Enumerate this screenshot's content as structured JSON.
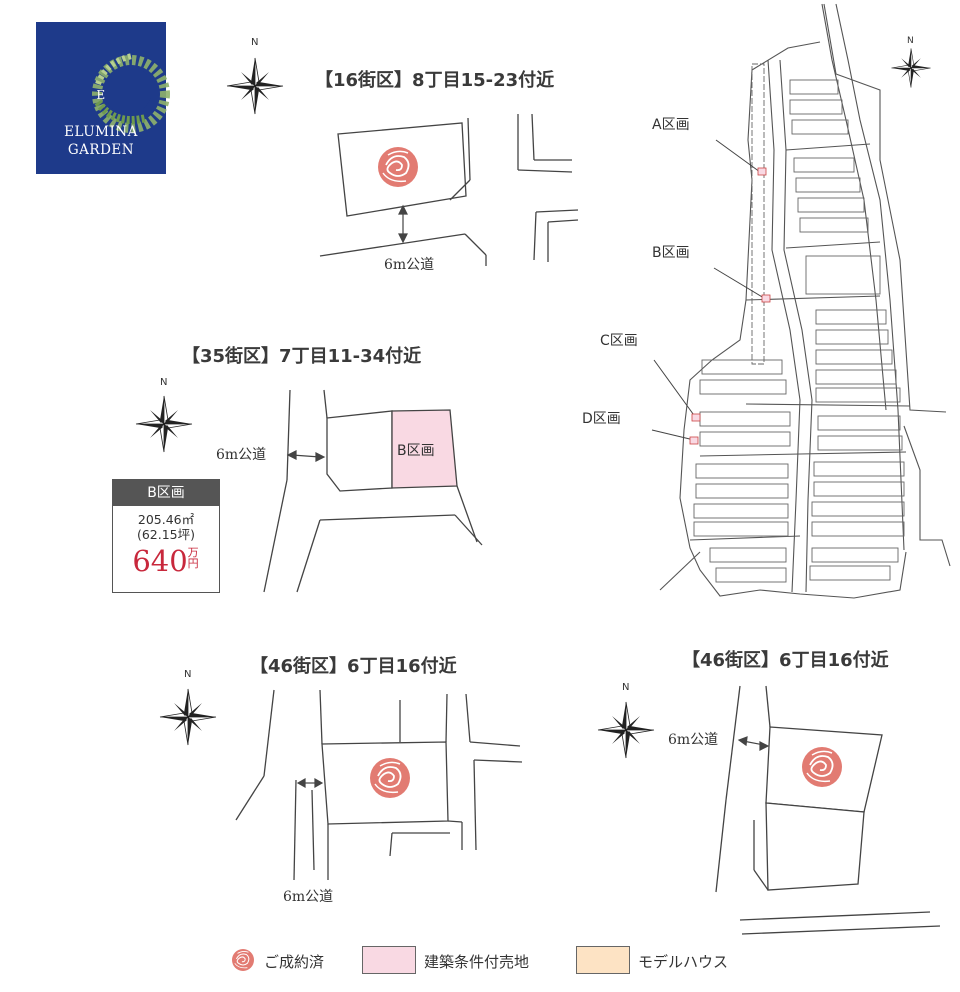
{
  "logo": {
    "monogram": "E",
    "line1": "ELUMINA",
    "line2": "GARDEN"
  },
  "compass_label": "N",
  "sections": {
    "s16": {
      "title": "【16街区】8丁目15-23付近",
      "road": "6m公道"
    },
    "s35": {
      "title": "【35街区】7丁目11-34付近",
      "road": "6m公道",
      "lot": "B区画"
    },
    "s46a": {
      "title": "【46街区】6丁目16付近",
      "road": "6m公道"
    },
    "s46b": {
      "title": "【46街区】6丁目16付近",
      "road": "6m公道"
    }
  },
  "price_card": {
    "label": "B区画",
    "area_m2": "205.46㎡",
    "area_tsubo": "(62.15坪)",
    "price": "640",
    "unit_top": "万",
    "unit_bottom": "円"
  },
  "overview_labels": {
    "a": "A区画",
    "b": "B区画",
    "c": "C区画",
    "d": "D区画"
  },
  "legend": {
    "sold": "ご成約済",
    "conditional": "建築条件付売地",
    "model": "モデルハウス"
  },
  "colors": {
    "logo_bg": "#1e3a8a",
    "rose": "#e27b72",
    "conditional_fill": "#f9d9e3",
    "model_fill": "#fde3c4",
    "price_red": "#c8283c"
  }
}
